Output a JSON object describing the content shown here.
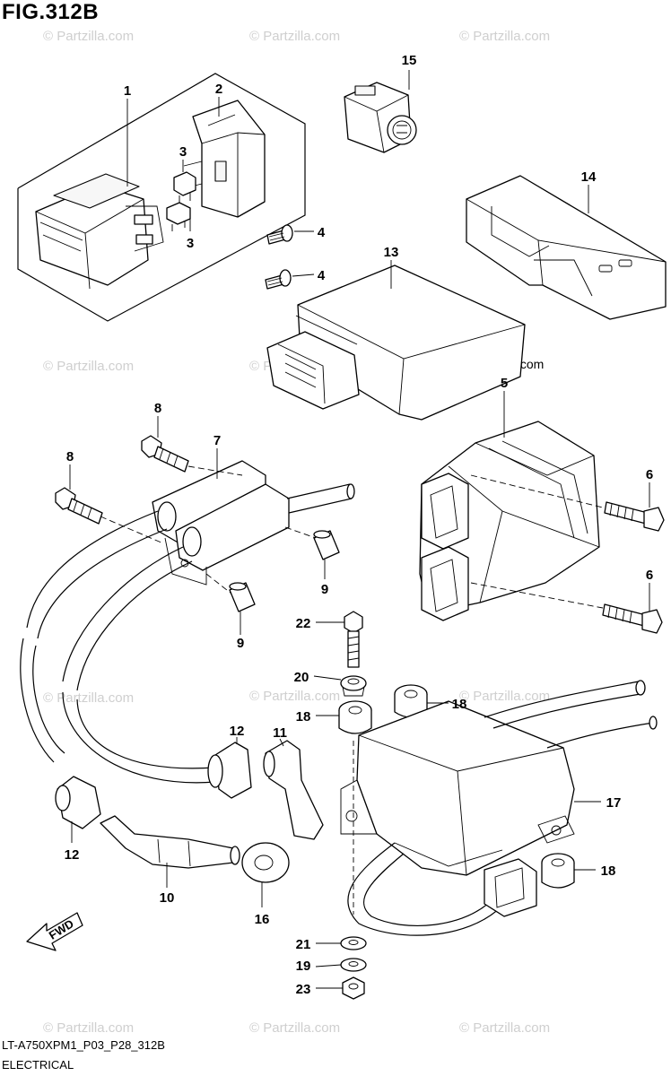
{
  "figure": {
    "title": "FIG.312B",
    "model_code": "LT-A750XPM1_P03_P28_312B",
    "section": "ELECTRICAL",
    "credit": "© Partzilla.com"
  },
  "watermark": "© Partzilla.com",
  "fwd_label": "FWD",
  "callouts": {
    "c1": "1",
    "c2": "2",
    "c3a": "3",
    "c3b": "3",
    "c4a": "4",
    "c4b": "4",
    "c5": "5",
    "c6a": "6",
    "c6b": "6",
    "c7": "7",
    "c8a": "8",
    "c8b": "8",
    "c9a": "9",
    "c9b": "9",
    "c10": "10",
    "c11": "11",
    "c12a": "12",
    "c12b": "12",
    "c13": "13",
    "c14": "14",
    "c15": "15",
    "c16": "16",
    "c17": "17",
    "c18a": "18",
    "c18b": "18",
    "c18c": "18",
    "c19": "19",
    "c20": "20",
    "c21": "21",
    "c22": "22",
    "c23": "23"
  }
}
